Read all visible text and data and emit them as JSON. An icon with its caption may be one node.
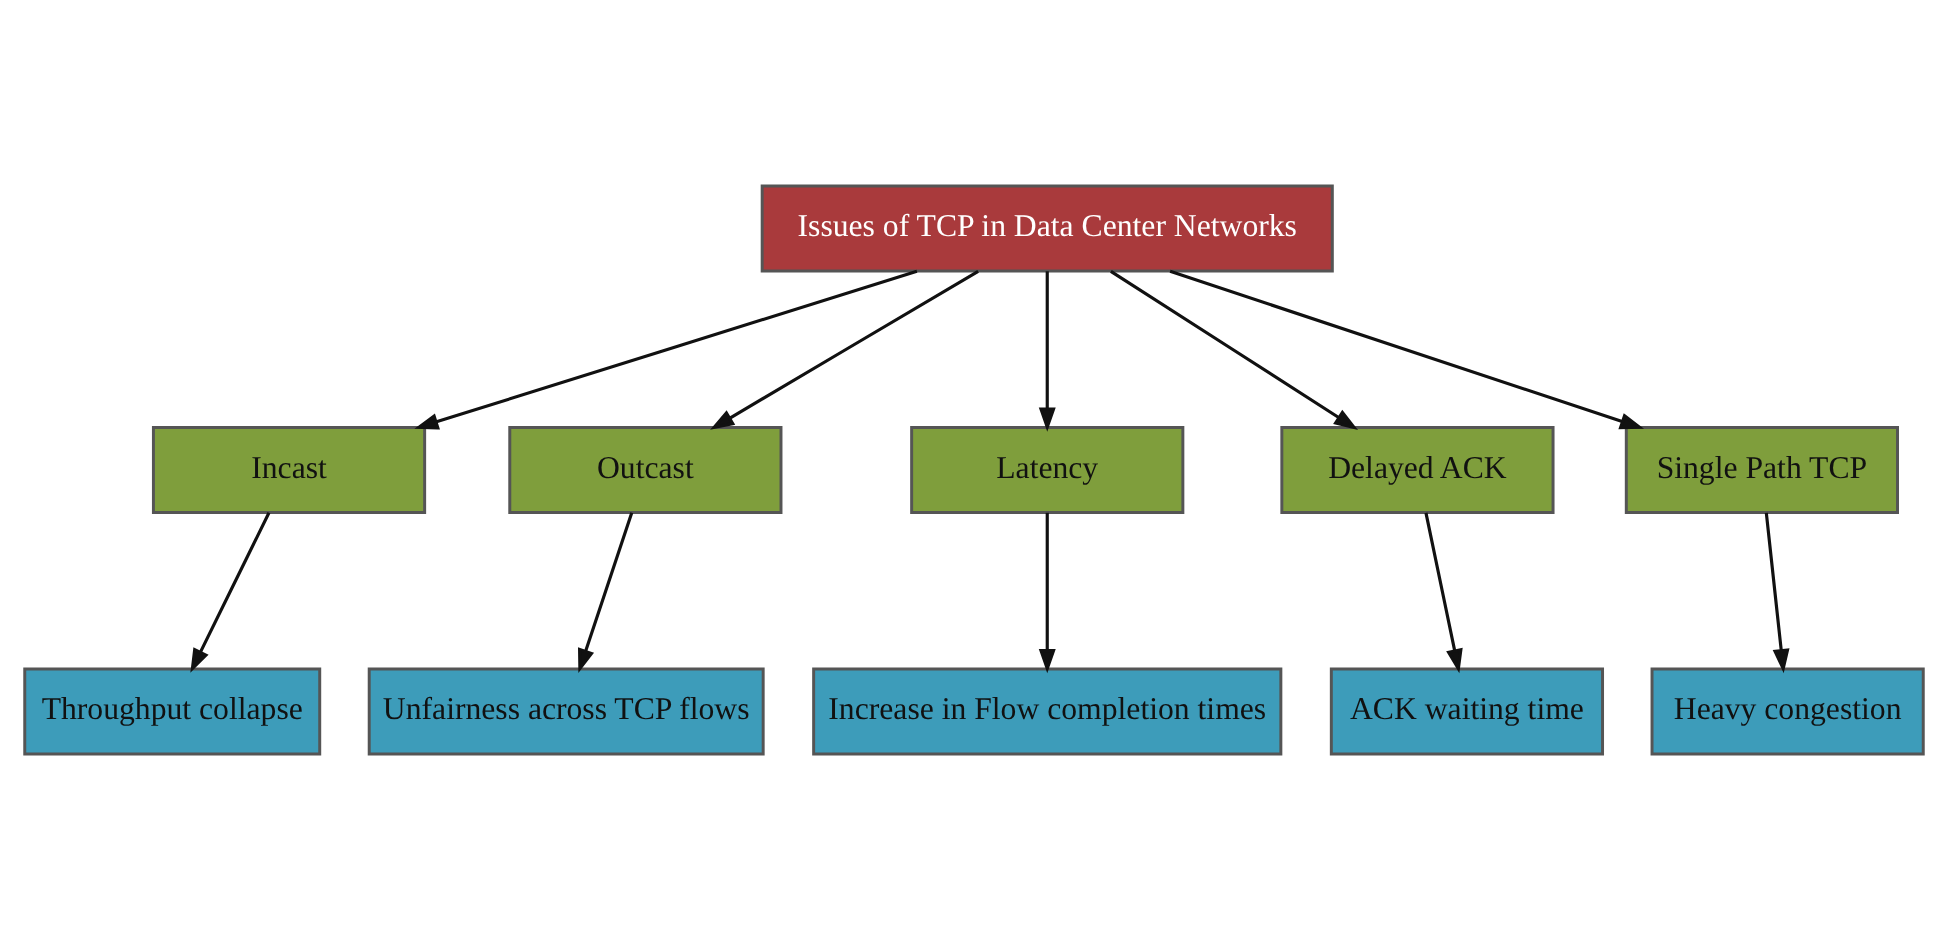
{
  "diagram": {
    "nodes": [
      {
        "text": [
          "Issues of TCP in Data Center Networks"
        ]
      },
      {
        "text": [
          "Incast"
        ]
      },
      {
        "text": [
          "Outcast"
        ]
      },
      {
        "text": [
          "Latency"
        ]
      },
      {
        "text": [
          "Delayed ACK"
        ]
      },
      {
        "text": [
          "Single Path TCP"
        ]
      },
      {
        "text": [
          "Throughput collapse"
        ]
      },
      {
        "text": [
          "Unfairness across TCP flows"
        ]
      },
      {
        "text": [
          "Increase in Flow completion times"
        ]
      },
      {
        "text": [
          "ACK waiting time"
        ]
      },
      {
        "text": [
          "Heavy congestion"
        ]
      }
    ],
    "edges": [
      {
        "from": 0,
        "to": 1,
        "arrow": "to"
      },
      {
        "from": 0,
        "to": 2,
        "arrow": "to"
      },
      {
        "from": 0,
        "to": 3,
        "arrow": "to"
      },
      {
        "from": 0,
        "to": 4,
        "arrow": "to"
      },
      {
        "from": 0,
        "to": 5,
        "arrow": "to"
      },
      {
        "from": 1,
        "to": 6,
        "arrow": "to"
      },
      {
        "from": 2,
        "to": 7,
        "arrow": "to"
      },
      {
        "from": 3,
        "to": 8,
        "arrow": "to"
      },
      {
        "from": 4,
        "to": 9,
        "arrow": "to"
      },
      {
        "from": 5,
        "to": 10,
        "arrow": "to"
      }
    ]
  }
}
